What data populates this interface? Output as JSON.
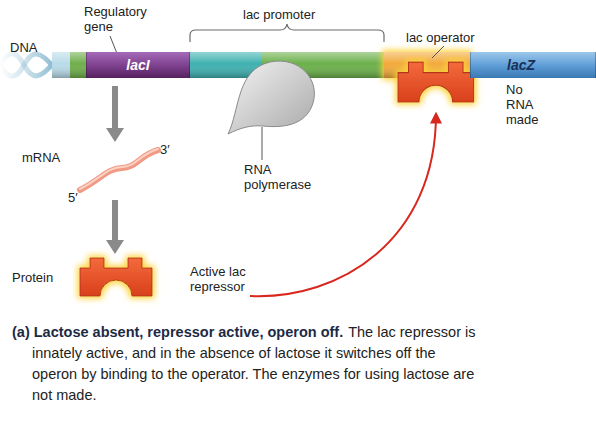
{
  "diagram": {
    "title": "(a) Lactose absent, repressor active, operon off.",
    "caption": "The lac repressor is innately active, and in the absence of lactose it switches off the operon by binding to the operator. The enzymes for using lactose are not made.",
    "nodes": [
      {
        "text": [
          "lacI"
        ]
      },
      {
        "text": [
          "lacZ"
        ]
      }
    ],
    "labels": [
      "Regulatory gene",
      "lac promoter",
      "lac operator",
      "DNA",
      "No RNA made",
      "mRNA",
      "3′",
      "5′",
      "RNA polymerase",
      "Protein",
      "Active lac repressor"
    ]
  }
}
